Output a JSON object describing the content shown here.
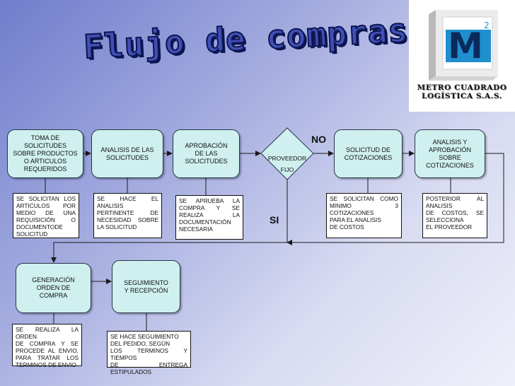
{
  "title": "Flujo de compras",
  "logo": {
    "glyph": "M",
    "superscript": "2",
    "line1": "METRO CUADRADO",
    "line2": "LOGÍSTICA S.A.S."
  },
  "colors": {
    "box_fill": "#cff0ee",
    "box_border": "#26364a",
    "title_fill": "#3f4fb5",
    "title_outline": "#0c1550",
    "logo_brand": "#1f8fce"
  },
  "steps": {
    "toma": "TOMA DE\nSOLICITUDES\nSOBRE PRODUCTOS\nO ARTICULOS\nREQUERIDOS",
    "analisis_solicitudes": "ANALISIS DE LAS\nSOLICITUDES",
    "aprobacion": "APROBACIÓN\nDE LAS\nSOLICITUDES",
    "decision": "PROVEEDOR\nFIJO",
    "solicitud_cotizaciones": "SOLICITUD DE\nCOTIZACIONES",
    "analisis_cotizaciones": "ANALISIS Y\nAPROBACIÓN\nSOBRE\nCOTIZACIONES",
    "generacion": "GENERACIÓN\nORDEN DE\nCOMPRA",
    "seguimiento": "SEGUIMIENTO\nY RECEPCIÓN"
  },
  "branches": {
    "no": "NO",
    "yes": "SI"
  },
  "notes": {
    "toma": "SE SOLICITAN LOS ARTICULOS POR MEDIO DE UNA REQUISICIÓN O DOCUMENTODE SOLICITUD",
    "analisis_solicitudes": "SE HACE EL ANALISIS PERTINENTE DE NECESIDAD SOBRE LA SOLICITUD",
    "aprobacion": "SE APRUEBA LA COMPRA Y SE REALIZA LA DOCUMENTACIÓN\n NECESARIA",
    "solicitud_cotizaciones": "SE SOLICITAN COMO MINIMO 3 COTIZACIONES\nPARA EL ANALISIS\nDE COSTOS",
    "analisis_cotizaciones": "POSTERIOR AL ANALISIS\nDE COSTOS, SE SELECCIONA\nEL PROVEEDOR",
    "generacion": "SE REALIZA LA ORDEN\n DE COMPRA Y SE PROCEDE AL ENVIO, PARA TRATAR LOS TERMINOS DE ENVIO",
    "seguimiento": "SE HACE SEGUIMIENTO\n DEL PEDIDO, SEGÚN\nLOS TERMINOS Y TIEMPOS\nDE ENTREGA ESTIPULADOS"
  }
}
